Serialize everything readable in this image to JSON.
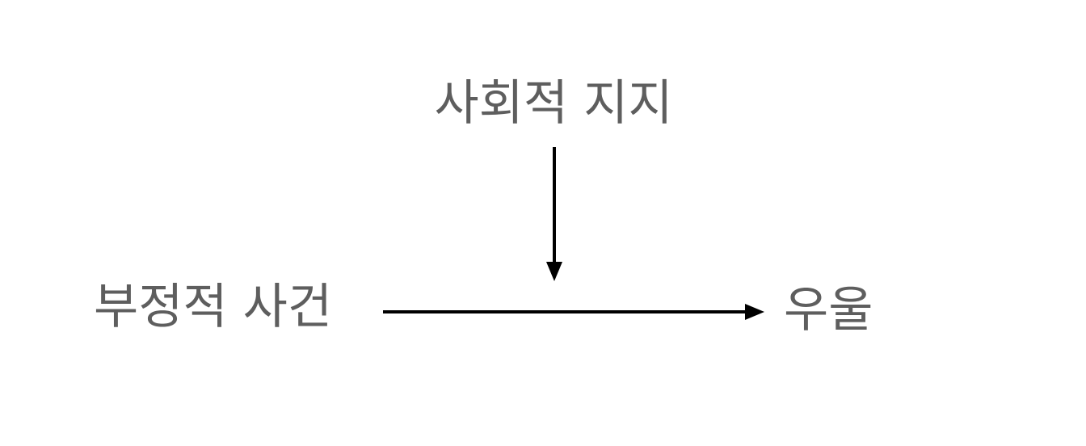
{
  "diagram": {
    "moderator": "사회적 지지",
    "predictor": "부정적 사건",
    "outcome": "우울",
    "text_color": "#5e5e5e",
    "arrow_color": "#000000"
  }
}
